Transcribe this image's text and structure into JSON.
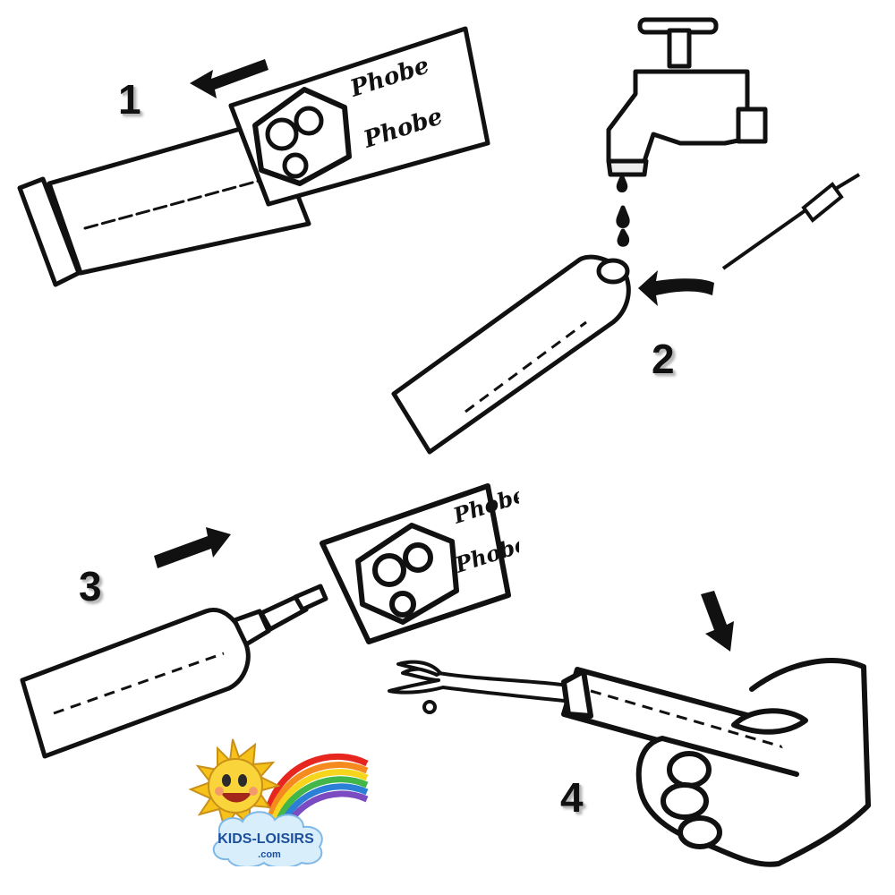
{
  "steps": [
    {
      "number": "1"
    },
    {
      "number": "2"
    },
    {
      "number": "3"
    },
    {
      "number": "4"
    }
  ],
  "package_labels": {
    "line1": "Phobe",
    "line2": "Phobe"
  },
  "logo": {
    "text": "KIDS-LOISIRS",
    "subtext": ".com"
  },
  "colors": {
    "ink": "#111111",
    "paper": "#ffffff",
    "sun": "#f6c21a",
    "cloud": "#d8eefb",
    "logo_text": "#1d4f9c"
  },
  "icons": [
    "arrow-left-icon",
    "water-tap-icon",
    "arrow-left-curved-icon",
    "arrow-right-icon",
    "arrow-down-icon",
    "sun-icon",
    "rainbow-icon",
    "cloud-icon"
  ]
}
